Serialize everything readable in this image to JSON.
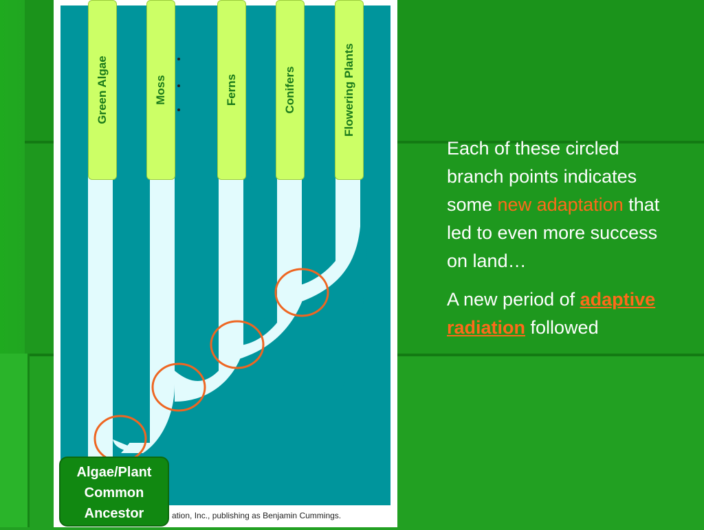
{
  "diagram": {
    "branch_labels": [
      "Green Algae",
      "Moss",
      "Ferns",
      "Conifers",
      "Flowering Plants"
    ],
    "ancestor_label": "Algae/Plant Common Ancestor",
    "ancestor_lines": [
      "Algae/Plant",
      "Common",
      "Ancestor"
    ],
    "credit": "ation, Inc., publishing as Benjamin Cummings.",
    "colors": {
      "teal": "#00959c",
      "pale_cyan": "#e2fbfd",
      "tab_green": "#ccff66",
      "circle_orange": "#ee6622"
    }
  },
  "text": {
    "p1_before": "Each of these circled branch points indicates some ",
    "p1_highlight": "new adaptation",
    "p1_after": " that led to even more success on land…",
    "p2_before": "A new period of ",
    "p2_highlight": "adaptive radiation",
    "p2_after": " followed"
  },
  "theme": {
    "background": "#1b931b",
    "text_color": "#ffffff",
    "accent": "#ff6a1a"
  }
}
